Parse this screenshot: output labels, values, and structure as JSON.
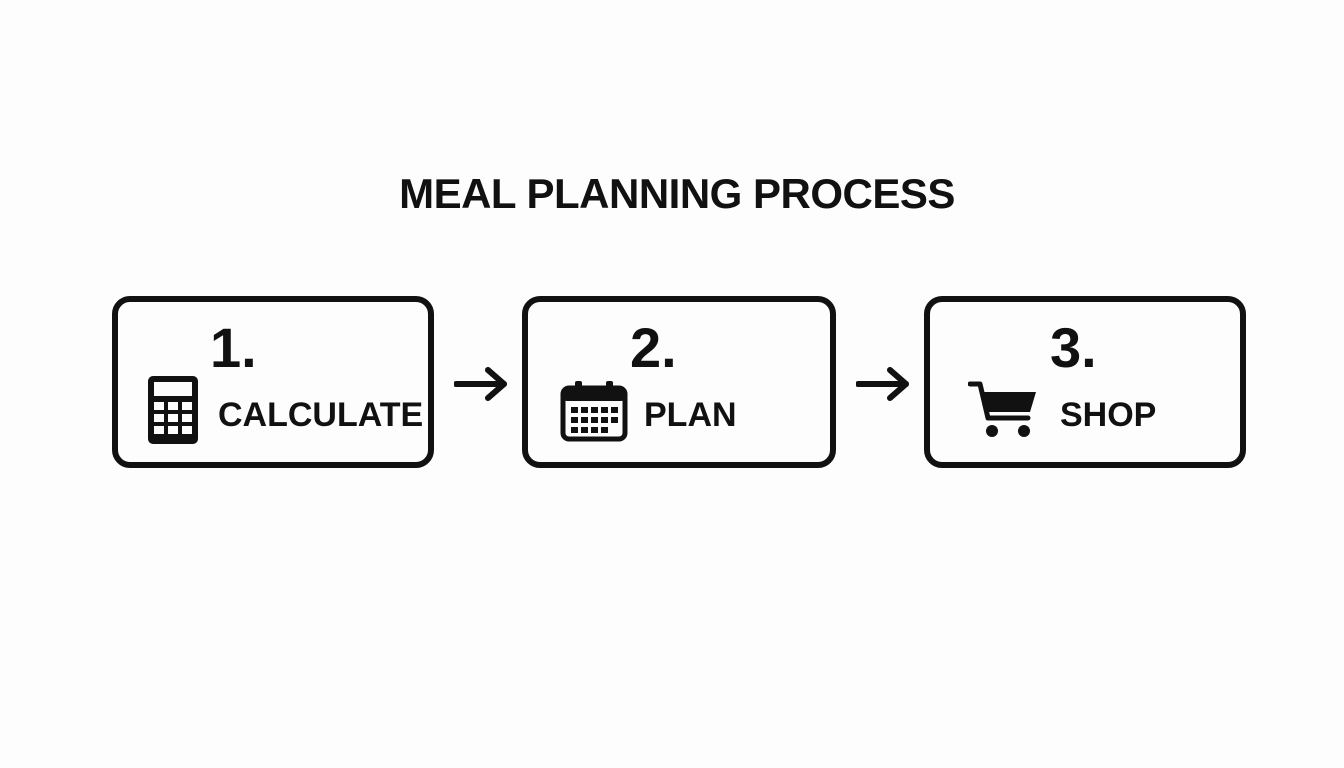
{
  "title": "MEAL PLANNING PROCESS",
  "steps": [
    {
      "number": "1.",
      "label": "CALCULATE",
      "icon": "calculator-icon"
    },
    {
      "number": "2.",
      "label": "PLAN",
      "icon": "calendar-icon"
    },
    {
      "number": "3.",
      "label": "SHOP",
      "icon": "shopping-cart-icon"
    }
  ],
  "colors": {
    "ink": "#111111",
    "background": "#fdfdfd"
  }
}
